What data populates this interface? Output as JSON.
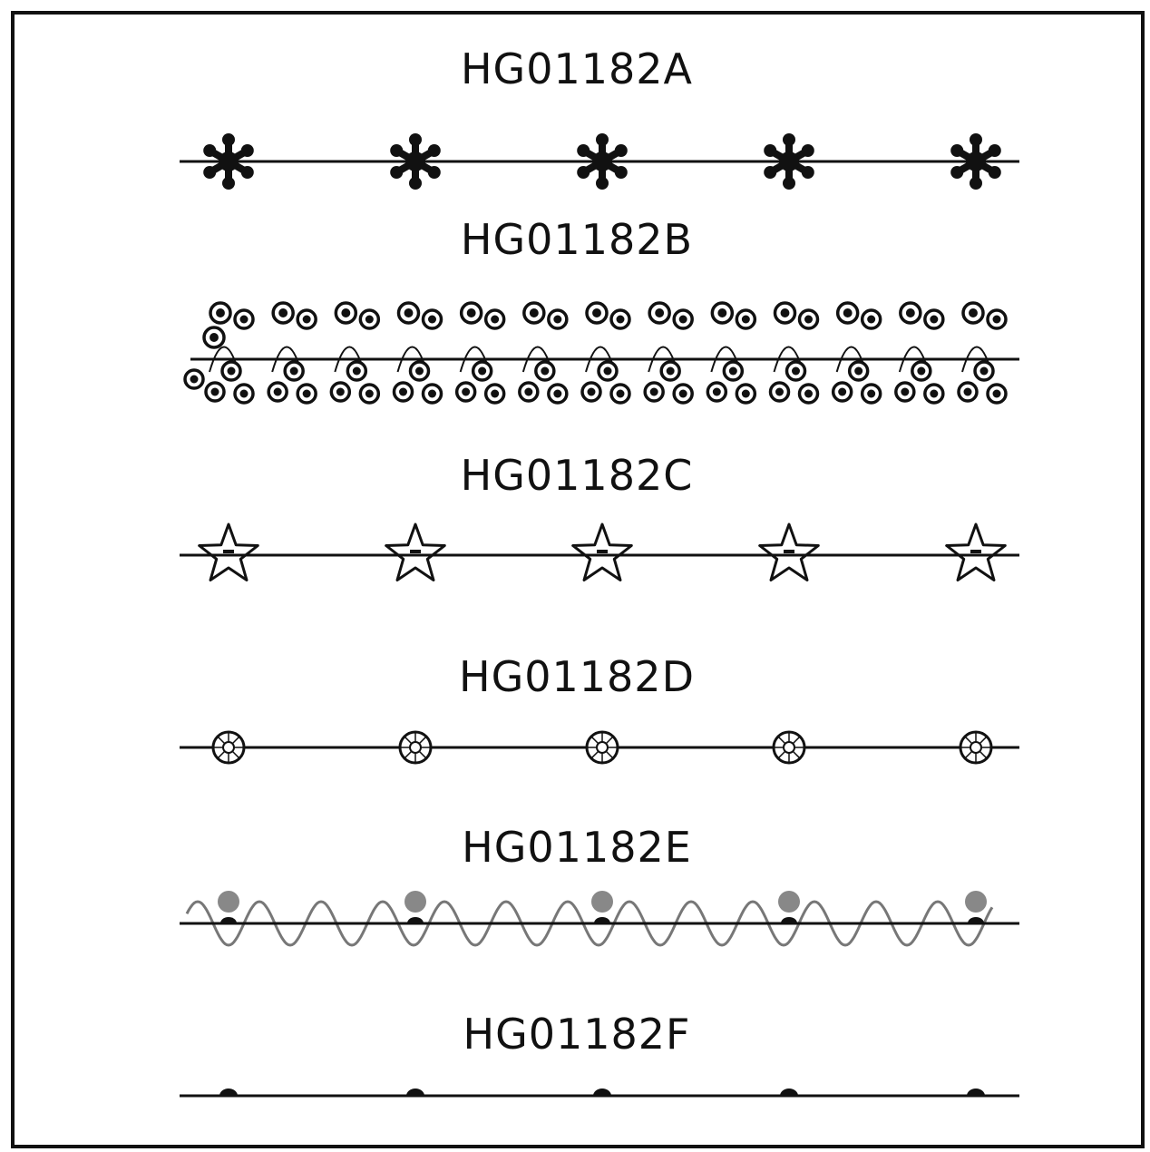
{
  "colors": {
    "ink": "#111111",
    "wire": "#111111",
    "wave": "#777777",
    "bead_gray": "#888888"
  },
  "sheet": {
    "items": [
      {
        "code": "HG01182A",
        "motif": "snowflake-icon",
        "count": 5
      },
      {
        "code": "HG01182B",
        "motif": "flower-cluster-icon",
        "count": 13
      },
      {
        "code": "HG01182C",
        "motif": "star-icon",
        "count": 5
      },
      {
        "code": "HG01182D",
        "motif": "round-bead-icon",
        "count": 5
      },
      {
        "code": "HG01182E",
        "motif": "gray-bead-icon",
        "count": 5
      },
      {
        "code": "HG01182F",
        "motif": "black-bead-icon",
        "count": 5
      }
    ]
  }
}
